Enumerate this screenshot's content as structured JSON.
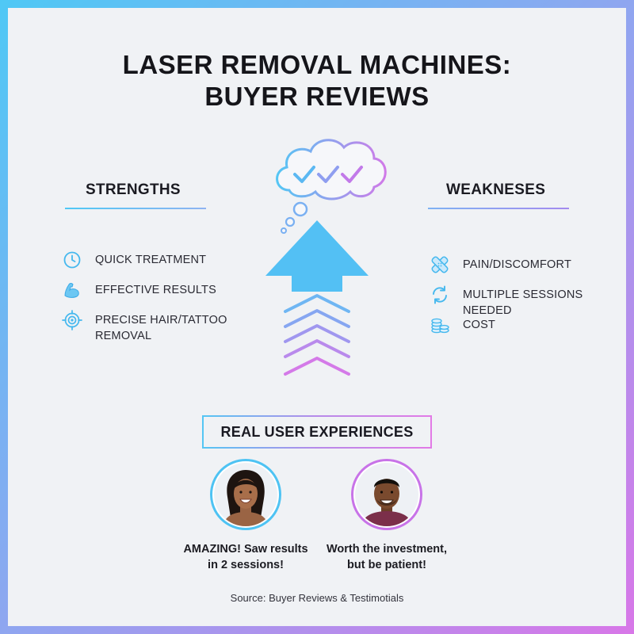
{
  "title": {
    "line1": "LASER REMOVAL MACHINES:",
    "line2": "BUYER REVIEWS"
  },
  "strengths": {
    "heading": "STRENGTHS",
    "items": [
      {
        "label": "QUICK TREATMENT",
        "icon": "clock-icon"
      },
      {
        "label": "EFFECTIVE RESULTS",
        "icon": "flexed-arm-icon"
      },
      {
        "label": "PRECISE HAIR/TATTOO\nREMOVAL",
        "icon": "target-icon"
      }
    ]
  },
  "weaknesses": {
    "heading": "WEAKNESES",
    "items": [
      {
        "label": "PAIN/DISCOMFORT",
        "icon": "bandage-icon"
      },
      {
        "label": "MULTIPLE SESSIONS NEEDED",
        "icon": "refresh-icon"
      },
      {
        "label": "COST",
        "icon": "coins-icon"
      }
    ]
  },
  "experiences": {
    "heading": "REAL USER EXPERIENCES",
    "reviews": [
      {
        "line1": "AMAZING! Saw results",
        "line2": "in 2 sessions!"
      },
      {
        "line1": "Worth the investment,",
        "line2": "but be patient!"
      }
    ]
  },
  "source": "Source: Buyer Reviews & Testimotials",
  "colors": {
    "cyan": "#4fc8f5",
    "violet": "#9b8cf0",
    "magenta": "#e07ae6",
    "background": "#f0f2f5"
  }
}
